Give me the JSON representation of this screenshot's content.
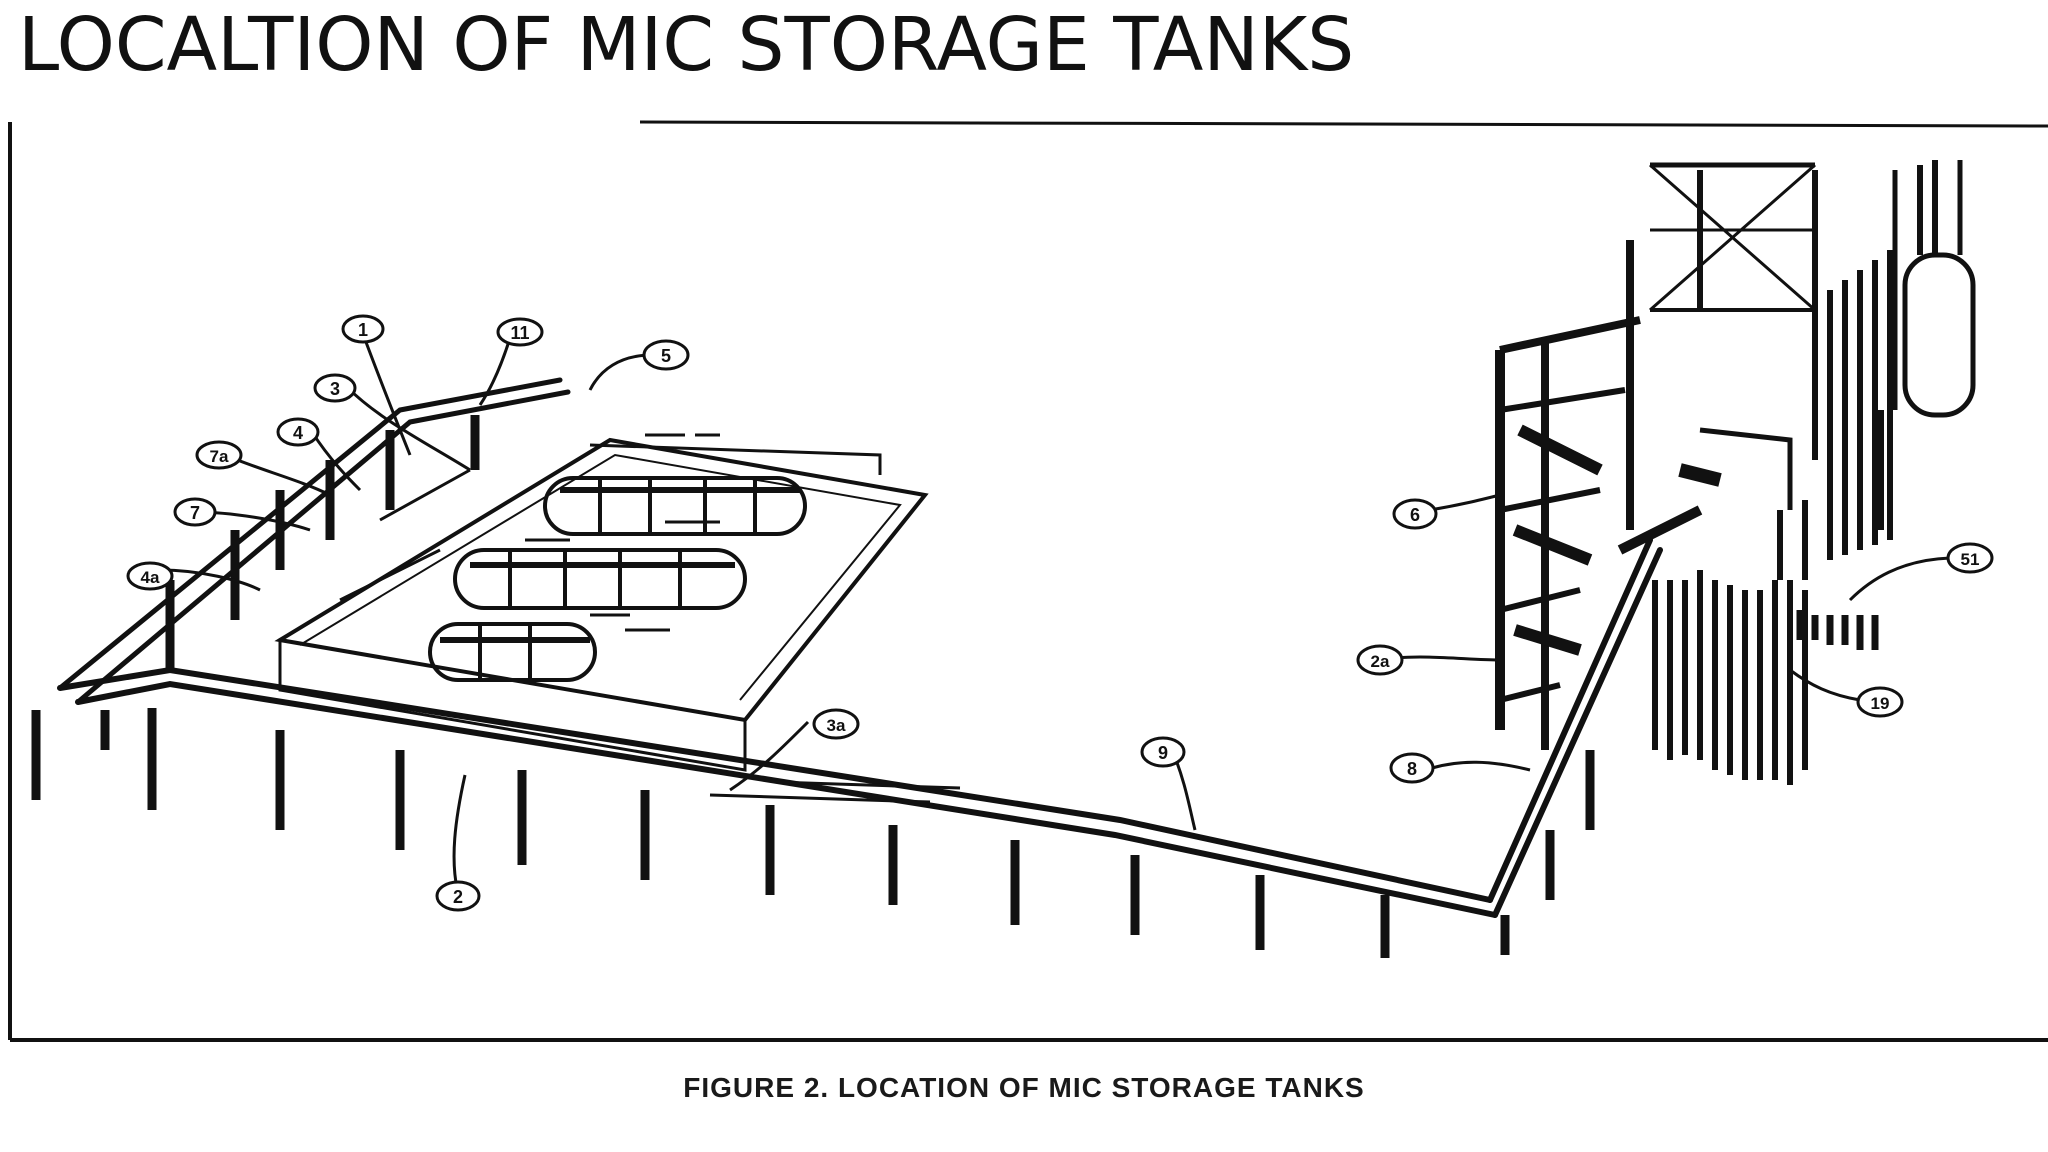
{
  "slide": {
    "title": "LOCALTION OF MIC STORAGE TANKS"
  },
  "figure": {
    "caption": "FIGURE 2. LOCATION OF MIC STORAGE TANKS",
    "callouts": {
      "c1": "1",
      "c11": "11",
      "c3": "3",
      "c4": "4",
      "c5": "5",
      "c7a": "7a",
      "c7": "7",
      "c4a": "4a",
      "c6": "6",
      "c51": "51",
      "c2a": "2a",
      "c19": "19",
      "c8": "8",
      "c3a": "3a",
      "c9": "9",
      "c2": "2"
    }
  },
  "colors": {
    "ink": "#111111",
    "paper": "#ffffff"
  }
}
